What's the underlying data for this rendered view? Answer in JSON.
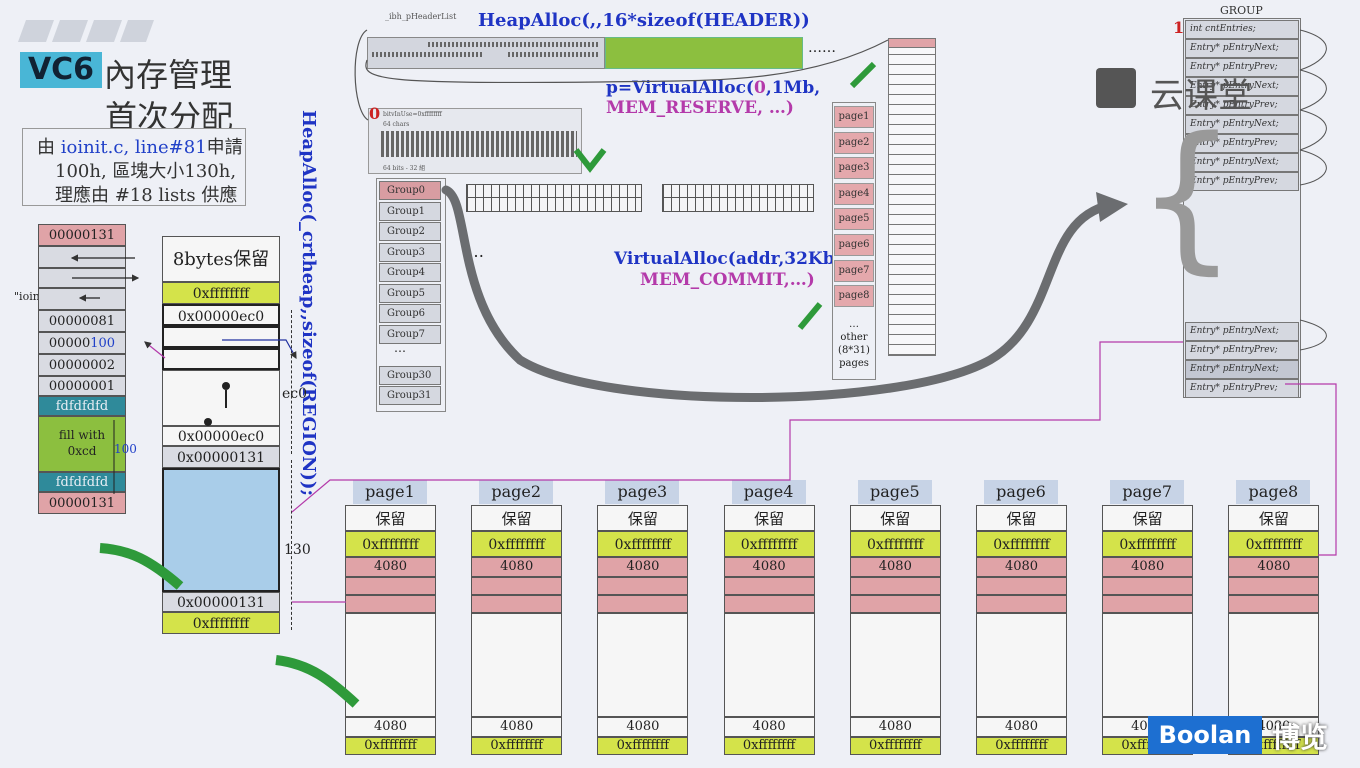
{
  "title": {
    "vc6": "VC6",
    "line1": "內存管理",
    "line2": "首次分配"
  },
  "note": {
    "line1_pre": "由 ",
    "line1_file": "ioinit.c, line#81",
    "line1_post": "申請",
    "line2": "100h, 區塊大小130h,",
    "line3": "理應由 #18 lists 供應"
  },
  "top": {
    "header_list": "_ibh_pHeaderList",
    "heapalloc_header": "HeapAlloc(,,16*sizeof(HEADER))",
    "ellipsis": "……",
    "virtualalloc_reserve_1_pre": "p=VirtualAlloc(",
    "virtualalloc_reserve_1_zero": "0",
    "virtualalloc_reserve_1_post": ",1Mb,",
    "virtualalloc_reserve_2": "MEM_RESERVE, …)",
    "heapalloc_region": "HeapAlloc(_crtheap,,sizeof(REGION));",
    "virtualalloc_commit_1": "VirtualAlloc(addr,32Kb,",
    "virtualalloc_commit_2": "MEM_COMMIT,…)",
    "ellipsis2": "…",
    "region_marker": "0",
    "region_small1": "bitvInUse=0xffffffff",
    "region_small2": "64 chars",
    "region_small3": "64 bits - 32 組"
  },
  "groups": [
    "Group0",
    "Group1",
    "Group2",
    "Group3",
    "Group4",
    "Group5",
    "Group6",
    "Group7",
    "…",
    "Group30",
    "Group31"
  ],
  "pages_col": [
    "page1",
    "page2",
    "page3",
    "page4",
    "page5",
    "page6",
    "page7",
    "page8"
  ],
  "pages_other": [
    "…",
    "other",
    "(8*31)",
    "pages"
  ],
  "group_struct": {
    "title": "GROUP",
    "marker": "1",
    "rows": [
      "int  cntEntries;",
      "Entry*  pEntryNext;",
      "Entry*  pEntryPrev;",
      "Entry*  pEntryNext;",
      "Entry*  pEntryPrev;",
      "Entry*  pEntryNext;",
      "Entry*  pEntryPrev;",
      "Entry*  pEntryNext;",
      "Entry*  pEntryPrev;"
    ],
    "bottom_rows": [
      "Entry*  pEntryNext;",
      "Entry*  pEntryPrev;",
      "Entry*  pEntryNext;",
      "Entry*  pEntryPrev;"
    ]
  },
  "left_block": {
    "cells": [
      "00000131",
      "",
      "",
      "\"ioinit.c\"",
      "00000081",
      "00000100",
      "00000002",
      "00000001",
      "fdfdfdfd",
      "fill with\n0xcd",
      "fdfdfdfd",
      "00000131"
    ],
    "val_pre": "00000",
    "val_hl": "100",
    "fill_label": "100"
  },
  "mid_block": {
    "header": "8bytes保留",
    "rows": [
      "0xffffffff",
      "0x00000ec0",
      "",
      "",
      "",
      "0x00000ec0",
      "0x00000131",
      "",
      "0x00000131",
      "0xffffffff"
    ],
    "ec0": "ec0",
    "size130": "130"
  },
  "pages": [
    {
      "name": "page1",
      "reserve": "保留",
      "ff": "0xffffffff",
      "v1": "4080",
      "v2": "4080",
      "ff2": "0xffffffff"
    },
    {
      "name": "page2",
      "reserve": "保留",
      "ff": "0xffffffff",
      "v1": "4080",
      "v2": "4080",
      "ff2": "0xffffffff"
    },
    {
      "name": "page3",
      "reserve": "保留",
      "ff": "0xffffffff",
      "v1": "4080",
      "v2": "4080",
      "ff2": "0xffffffff"
    },
    {
      "name": "page4",
      "reserve": "保留",
      "ff": "0xffffffff",
      "v1": "4080",
      "v2": "4080",
      "ff2": "0xffffffff"
    },
    {
      "name": "page5",
      "reserve": "保留",
      "ff": "0xffffffff",
      "v1": "4080",
      "v2": "4080",
      "ff2": "0xffffffff"
    },
    {
      "name": "page6",
      "reserve": "保留",
      "ff": "0xffffffff",
      "v1": "4080",
      "v2": "4080",
      "ff2": "0xffffffff"
    },
    {
      "name": "page7",
      "reserve": "保留",
      "ff": "0xffffffff",
      "v1": "4080",
      "v2": "4080",
      "ff2": "0xffffffff"
    },
    {
      "name": "page8",
      "reserve": "保留",
      "ff": "0xffffffff",
      "v1": "4080",
      "v2": "4080",
      "ff2": "0xffffffff"
    }
  ],
  "watermark": {
    "yun": "云课堂",
    "boolan": "Boolan",
    "bolan": "博览"
  },
  "colors": {
    "blue_text": "#1f34c4",
    "magenta_text": "#b43aaa",
    "green_arrow": "#2e9a3a",
    "pink": "#e0a3a7",
    "yellow": "#d4e34a"
  }
}
